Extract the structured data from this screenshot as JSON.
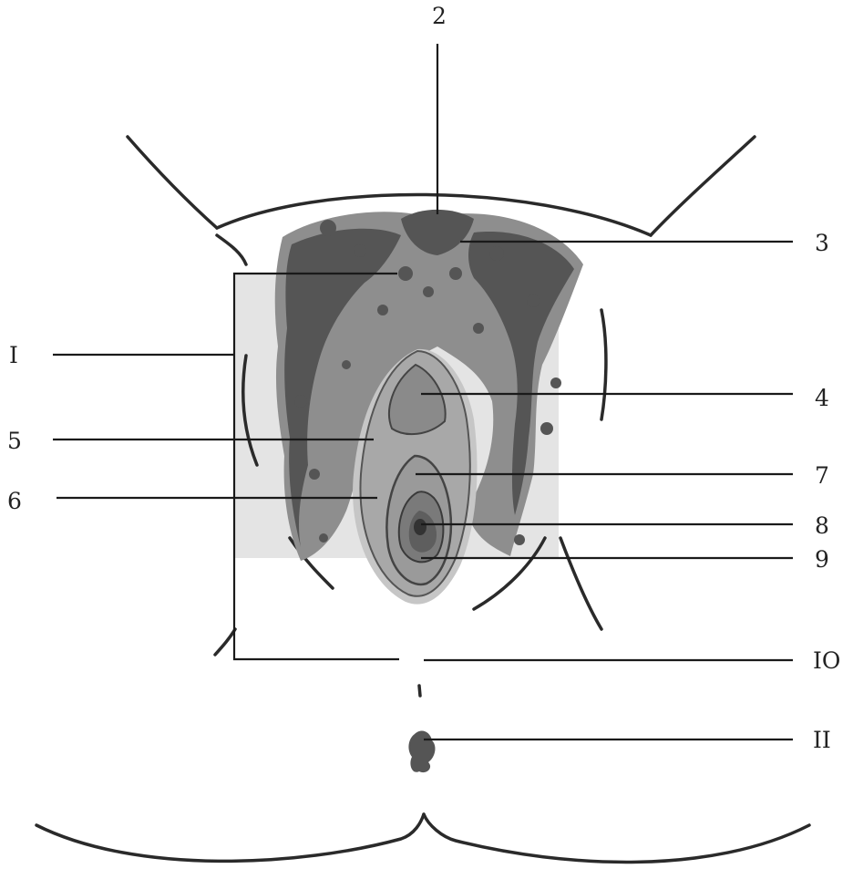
{
  "diagram": {
    "labels": [
      {
        "id": "1",
        "text": "I"
      },
      {
        "id": "2",
        "text": "2"
      },
      {
        "id": "3",
        "text": "3"
      },
      {
        "id": "4",
        "text": "4"
      },
      {
        "id": "5",
        "text": "5"
      },
      {
        "id": "6",
        "text": "6"
      },
      {
        "id": "7",
        "text": "7"
      },
      {
        "id": "8",
        "text": "8"
      },
      {
        "id": "9",
        "text": "9"
      },
      {
        "id": "10",
        "text": "IO"
      },
      {
        "id": "11",
        "text": "II"
      }
    ]
  }
}
